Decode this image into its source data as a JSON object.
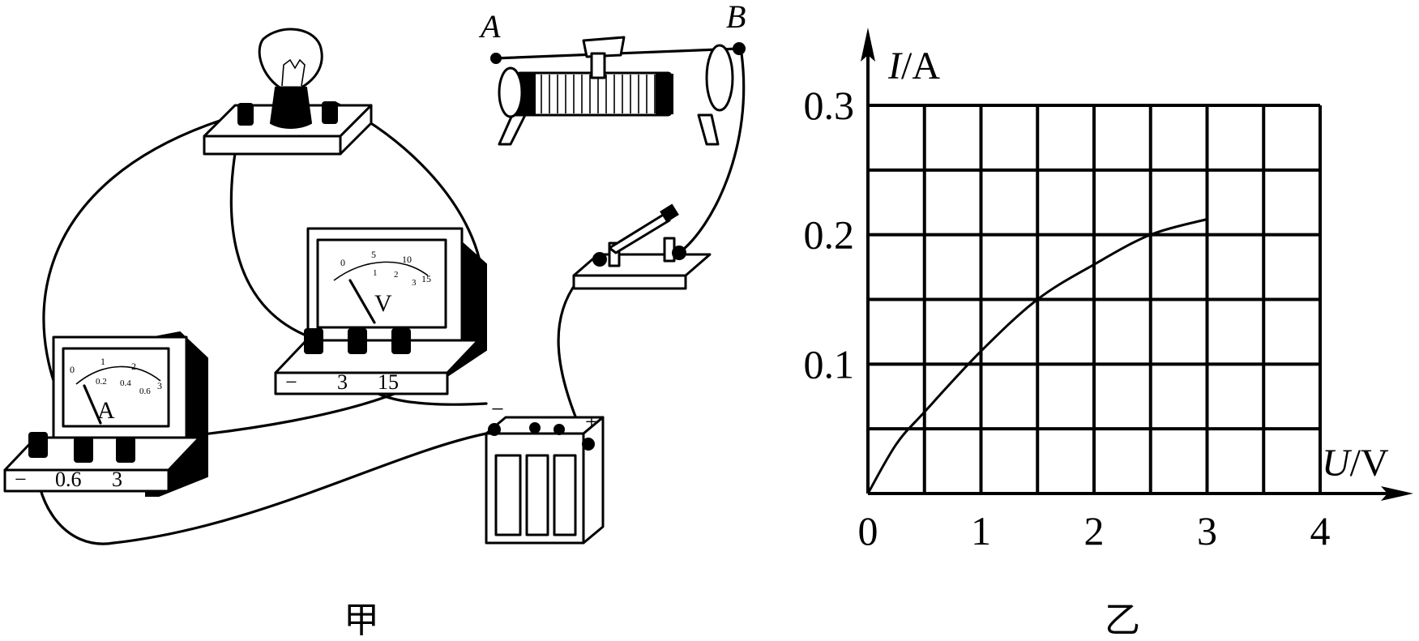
{
  "figure_left": {
    "caption": "甲",
    "rheostat": {
      "label_a": "A",
      "label_b": "B"
    },
    "ammeter": {
      "unit_symbol": "A",
      "terminals": [
        "−",
        "0.6",
        "3"
      ],
      "scale_top": [
        "0",
        "1",
        "2",
        "3"
      ],
      "scale_bottom": [
        "0.2",
        "0.4",
        "0.6"
      ]
    },
    "voltmeter": {
      "unit_symbol": "V",
      "terminals": [
        "−",
        "3",
        "15"
      ],
      "scale_top": [
        "0",
        "5",
        "10",
        "15"
      ],
      "scale_bottom": [
        "1",
        "2",
        "3"
      ]
    },
    "battery": {
      "minus": "−",
      "plus": "+"
    }
  },
  "figure_right": {
    "caption": "乙",
    "chart_data": {
      "type": "line",
      "xlabel_var": "U",
      "xlabel_unit": "V",
      "ylabel_var": "I",
      "ylabel_unit": "A",
      "xlim": [
        0,
        4
      ],
      "ylim": [
        0,
        0.3
      ],
      "x_grid_step": 0.5,
      "y_grid_step": 0.05,
      "x_ticks": [
        0,
        1,
        2,
        3,
        4
      ],
      "x_tick_labels": [
        "0",
        "1",
        "2",
        "3",
        "4"
      ],
      "y_ticks": [
        0.1,
        0.2,
        0.3
      ],
      "y_tick_labels": [
        "0.1",
        "0.2",
        "0.3"
      ],
      "grid": true,
      "series": [
        {
          "x": [
            0,
            0.25,
            0.5,
            1.0,
            1.5,
            2.0,
            2.5,
            3.0
          ],
          "y": [
            0,
            0.038,
            0.063,
            0.11,
            0.15,
            0.177,
            0.2,
            0.212
          ]
        }
      ]
    }
  }
}
